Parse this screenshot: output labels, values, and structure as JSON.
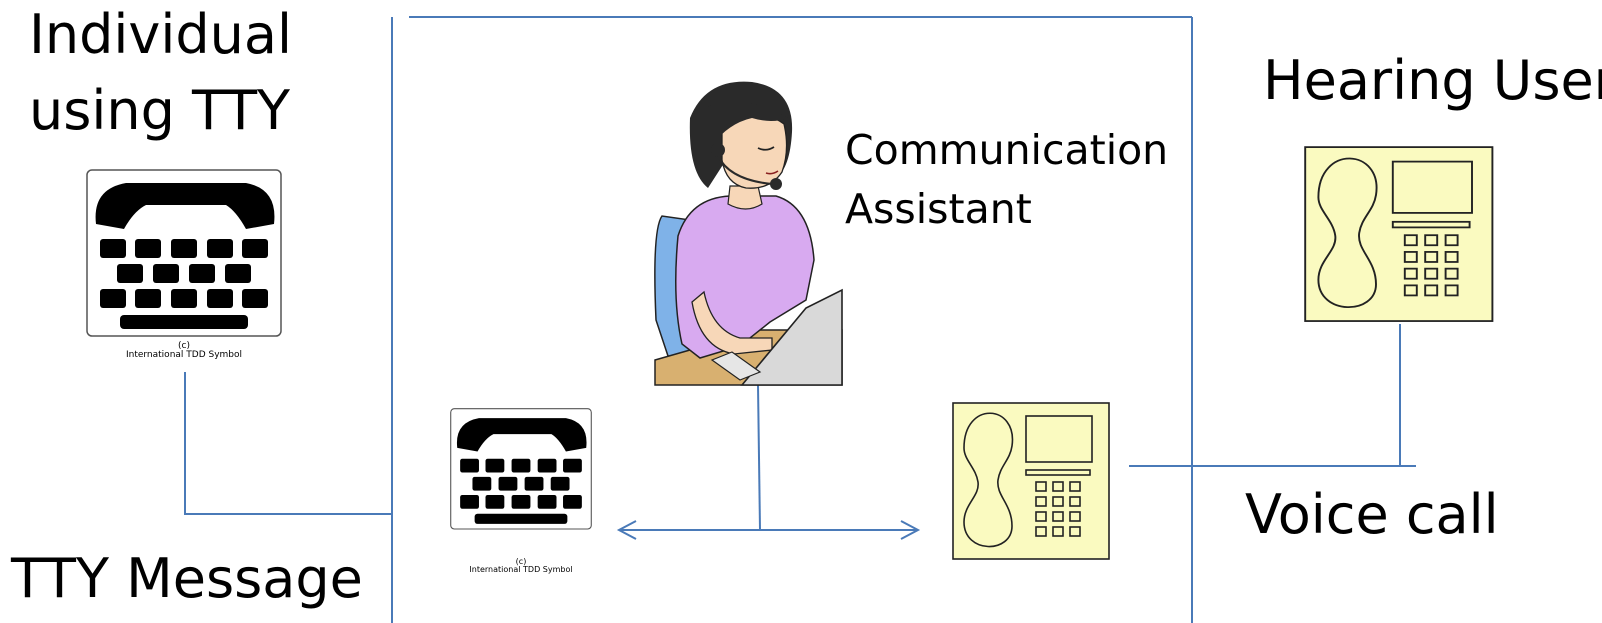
{
  "labels": {
    "left_title_line1": "Individual",
    "left_title_line2": "using TTY",
    "tty_message": "TTY Message",
    "communication_line1": "Communication",
    "communication_line2": "Assistant",
    "hearing_user": "Hearing User",
    "voice_call": "Voice call"
  },
  "tdd_caption": {
    "copyright": "(c)",
    "symbol": "International TDD Symbol"
  },
  "colors": {
    "line": "#4a7ab8",
    "phone_fill": "#fafac0",
    "shirt": "#d8aaf0",
    "chair": "#7fb2e8",
    "desk": "#d8b070",
    "laptop": "#d9d9d9",
    "skin": "#f7d7b8",
    "hair": "#2a2a2a"
  },
  "icons": [
    "tty-icon",
    "tty-icon",
    "desk-phone-icon",
    "desk-phone-icon",
    "operator-headset-icon",
    "double-arrow-icon"
  ]
}
